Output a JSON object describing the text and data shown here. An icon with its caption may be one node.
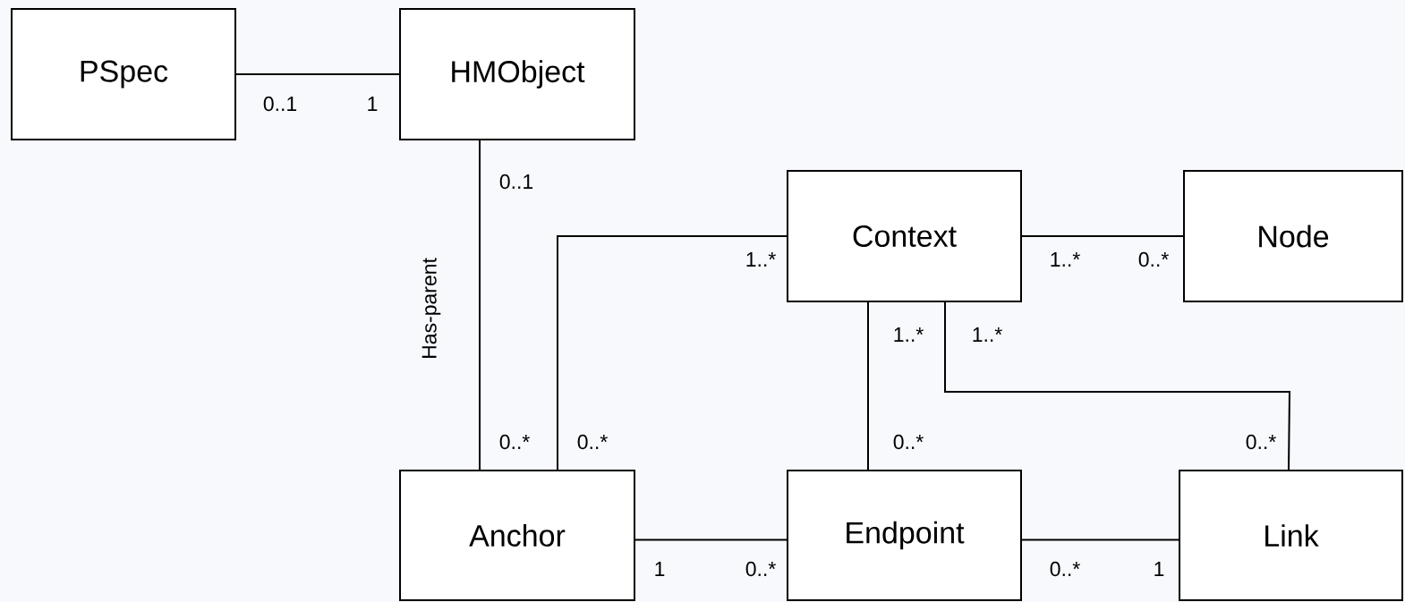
{
  "diagram": {
    "nodes": [
      {
        "text": [
          "PSpec"
        ]
      },
      {
        "text": [
          "HMObject"
        ]
      },
      {
        "text": [
          "Context"
        ]
      },
      {
        "text": [
          "Node"
        ]
      },
      {
        "text": [
          "Anchor"
        ]
      },
      {
        "text": [
          "Endpoint"
        ]
      },
      {
        "text": [
          "Link"
        ]
      }
    ],
    "edges": [
      {
        "from": 0,
        "to": 1,
        "arrow": "none"
      },
      {
        "from": 1,
        "to": 4,
        "arrow": "none",
        "label": "Has-parent"
      },
      {
        "from": 2,
        "to": 4,
        "arrow": "none"
      },
      {
        "from": 2,
        "to": 3,
        "arrow": "none"
      },
      {
        "from": 2,
        "to": 5,
        "arrow": "none"
      },
      {
        "from": 2,
        "to": 6,
        "arrow": "none"
      },
      {
        "from": 4,
        "to": 5,
        "arrow": "none"
      },
      {
        "from": 5,
        "to": 6,
        "arrow": "none"
      }
    ],
    "labels": [
      "0..1",
      "1",
      "0..1",
      "1..*",
      "1..*",
      "0..*",
      "1..*",
      "1..*",
      "0..*",
      "0..*",
      "0..*",
      "0..*",
      "1",
      "0..*",
      "0..*",
      "1"
    ]
  }
}
